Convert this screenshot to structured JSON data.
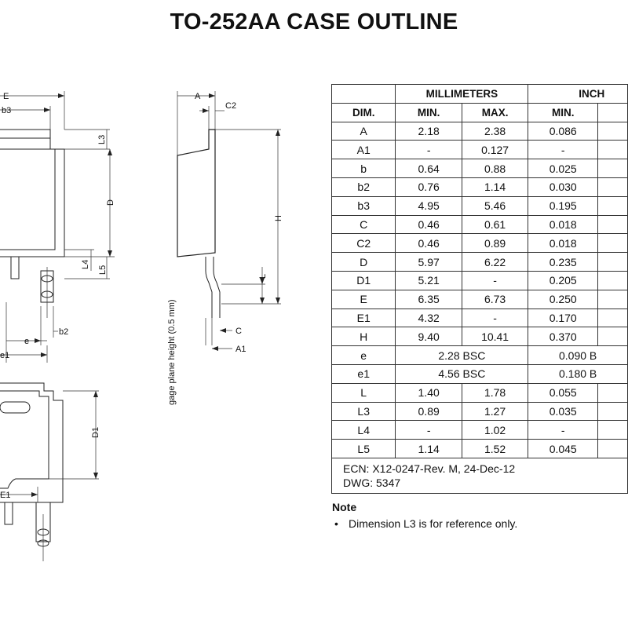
{
  "title": "TO-252AA CASE OUTLINE",
  "drawing_labels": {
    "E": "E",
    "b3": "b3",
    "L3": "L3",
    "D": "D",
    "L4": "L4",
    "L5": "L5",
    "e": "e",
    "b2": "b2",
    "e1": "e1",
    "D1": "D1",
    "E1": "E1",
    "A": "A",
    "C2": "C2",
    "H": "H",
    "L": "L",
    "C": "C",
    "A1": "A1",
    "gage": "gage plane height (0.5 mm)"
  },
  "table": {
    "group_headers": [
      "MILLIMETERS",
      "INCH"
    ],
    "col_headers": [
      "DIM.",
      "MIN.",
      "MAX.",
      "MIN."
    ],
    "rows": [
      {
        "dim": "A",
        "mm_min": "2.18",
        "mm_max": "2.38",
        "in_min": "0.086"
      },
      {
        "dim": "A1",
        "mm_min": "-",
        "mm_max": "0.127",
        "in_min": "-"
      },
      {
        "dim": "b",
        "mm_min": "0.64",
        "mm_max": "0.88",
        "in_min": "0.025"
      },
      {
        "dim": "b2",
        "mm_min": "0.76",
        "mm_max": "1.14",
        "in_min": "0.030"
      },
      {
        "dim": "b3",
        "mm_min": "4.95",
        "mm_max": "5.46",
        "in_min": "0.195"
      },
      {
        "dim": "C",
        "mm_min": "0.46",
        "mm_max": "0.61",
        "in_min": "0.018"
      },
      {
        "dim": "C2",
        "mm_min": "0.46",
        "mm_max": "0.89",
        "in_min": "0.018"
      },
      {
        "dim": "D",
        "mm_min": "5.97",
        "mm_max": "6.22",
        "in_min": "0.235"
      },
      {
        "dim": "D1",
        "mm_min": "5.21",
        "mm_max": "-",
        "in_min": "0.205"
      },
      {
        "dim": "E",
        "mm_min": "6.35",
        "mm_max": "6.73",
        "in_min": "0.250"
      },
      {
        "dim": "E1",
        "mm_min": "4.32",
        "mm_max": "-",
        "in_min": "0.170"
      },
      {
        "dim": "H",
        "mm_min": "9.40",
        "mm_max": "10.41",
        "in_min": "0.370"
      },
      {
        "dim": "e",
        "mm_bsc": "2.28 BSC",
        "in_bsc": "0.090 B"
      },
      {
        "dim": "e1",
        "mm_bsc": "4.56 BSC",
        "in_bsc": "0.180 B"
      },
      {
        "dim": "L",
        "mm_min": "1.40",
        "mm_max": "1.78",
        "in_min": "0.055"
      },
      {
        "dim": "L3",
        "mm_min": "0.89",
        "mm_max": "1.27",
        "in_min": "0.035"
      },
      {
        "dim": "L4",
        "mm_min": "-",
        "mm_max": "1.02",
        "in_min": "-"
      },
      {
        "dim": "L5",
        "mm_min": "1.14",
        "mm_max": "1.52",
        "in_min": "0.045"
      }
    ],
    "ecn": "ECN: X12-0247-Rev. M, 24-Dec-12",
    "dwg": "DWG: 5347"
  },
  "note": {
    "heading": "Note",
    "items": [
      "Dimension L3 is for reference only."
    ]
  }
}
